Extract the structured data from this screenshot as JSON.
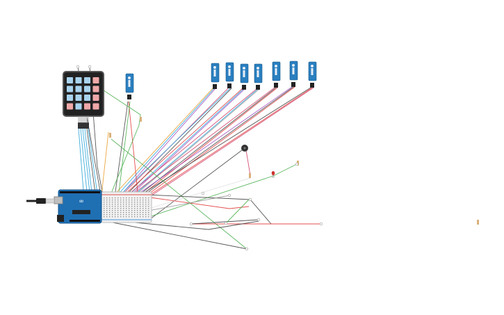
{
  "workspace": {
    "background": "#ffffff"
  },
  "components": {
    "arduino": {
      "logo_text": "∞",
      "brand_color": "#1f6fb3",
      "icon": "arduino-uno-board"
    },
    "keypad": {
      "rows": 4,
      "cols": 4,
      "number_key_color": "#a9d3ee",
      "letter_key_color": "#f0a8a8",
      "icon": "membrane-keypad-4x4"
    },
    "servo_count": 8,
    "servo_color": "#2a7fbf",
    "buzzer": {
      "icon": "piezo-buzzer"
    },
    "led": {
      "color": "#d0312d",
      "icon": "red-led"
    },
    "breadboard": {
      "icon": "mini-breadboard"
    },
    "usb_cable": {
      "icon": "usb-cable"
    }
  },
  "wire_colors": {
    "green": "#4caf50",
    "red": "#e03b3b",
    "dark": "#444444",
    "blue": "#2aa3d8",
    "orange": "#e89b2a",
    "purple": "#a04dbf",
    "pink": "#d0406a",
    "gray": "#999999",
    "light": "#dddddd"
  }
}
